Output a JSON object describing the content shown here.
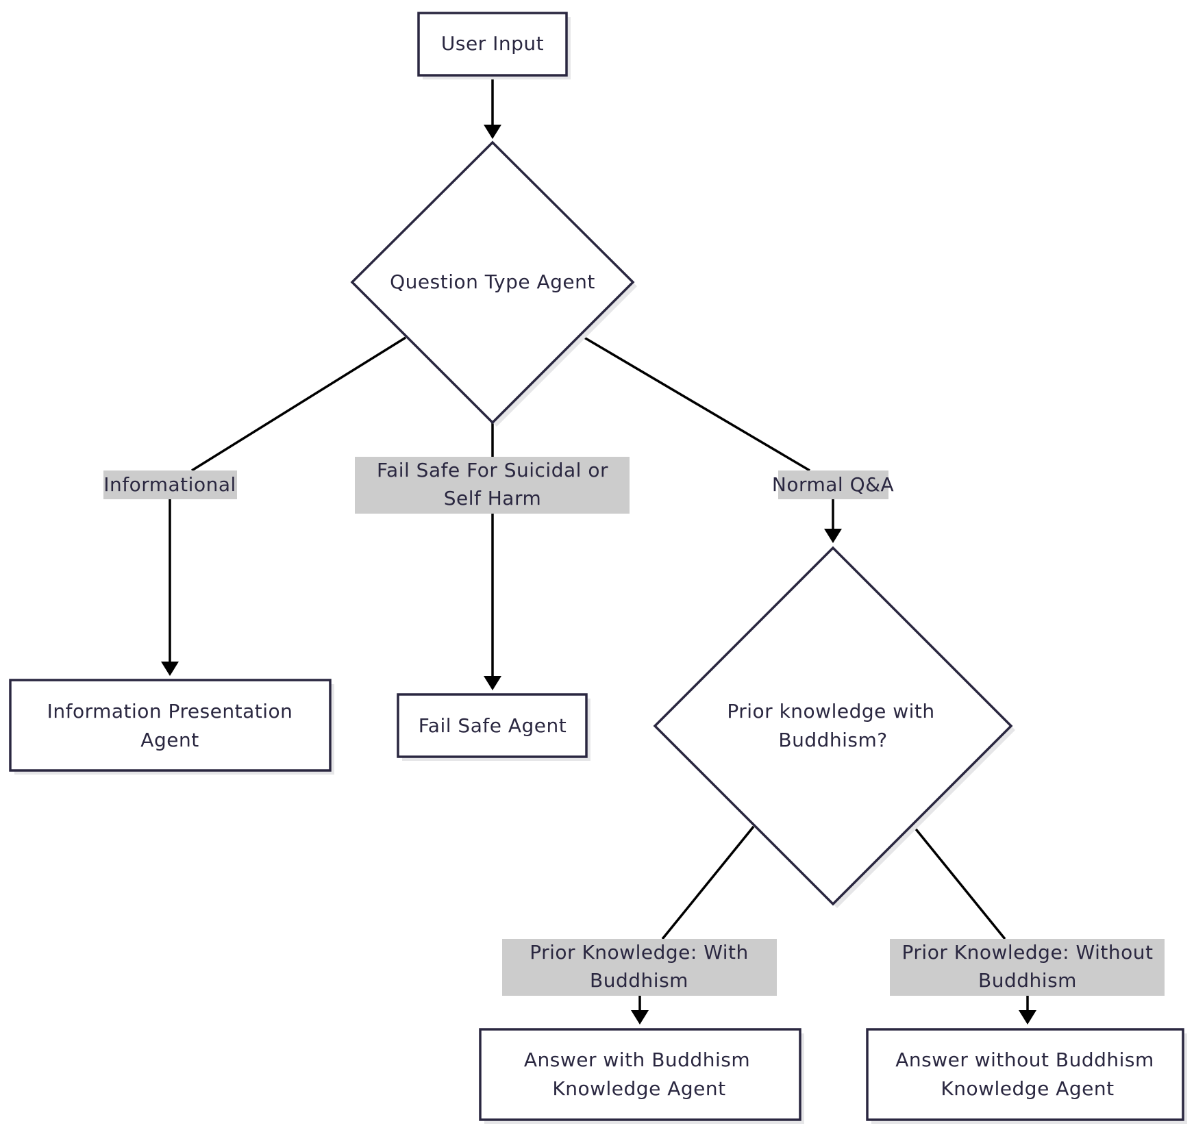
{
  "colors": {
    "node_stroke": "#2a2740",
    "node_fill": "#ffffff",
    "edge": "#000000",
    "edge_label_bg": "#cccccc",
    "text": "#2a2740"
  },
  "nodes": {
    "user_input": {
      "shape": "rectangle",
      "lines": [
        "User Input"
      ]
    },
    "question_type": {
      "shape": "diamond",
      "lines": [
        "Question Type Agent"
      ]
    },
    "info_agent": {
      "shape": "rectangle",
      "lines": [
        "Information Presentation",
        "Agent"
      ]
    },
    "failsafe_agent": {
      "shape": "rectangle",
      "lines": [
        "Fail Safe Agent"
      ]
    },
    "prior_knowledge": {
      "shape": "diamond",
      "lines": [
        "Prior knowledge with",
        "Buddhism?"
      ]
    },
    "answer_with": {
      "shape": "rectangle",
      "lines": [
        "Answer with Buddhism",
        "Knowledge Agent"
      ]
    },
    "answer_without": {
      "shape": "rectangle",
      "lines": [
        "Answer without Buddhism",
        "Knowledge Agent"
      ]
    }
  },
  "edges": {
    "informational": {
      "from": "question_type",
      "to": "info_agent",
      "lines": [
        "Informational"
      ]
    },
    "failsafe": {
      "from": "question_type",
      "to": "failsafe_agent",
      "lines": [
        "Fail Safe For Suicidal or",
        "Self Harm"
      ]
    },
    "normal_qa": {
      "from": "question_type",
      "to": "prior_knowledge",
      "lines": [
        "Normal Q&A"
      ]
    },
    "with_buddhism": {
      "from": "prior_knowledge",
      "to": "answer_with",
      "lines": [
        "Prior Knowledge: With",
        "Buddhism"
      ]
    },
    "without_buddhism": {
      "from": "prior_knowledge",
      "to": "answer_without",
      "lines": [
        "Prior Knowledge: Without",
        "Buddhism"
      ]
    }
  }
}
